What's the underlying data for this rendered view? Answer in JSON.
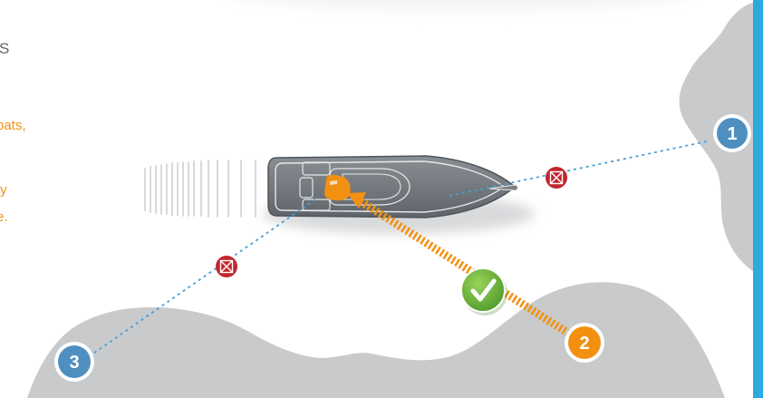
{
  "text": {
    "heading_fragment": "S",
    "caption_lines": [
      "pats,",
      "ty",
      "e."
    ]
  },
  "markers": [
    {
      "label": "1",
      "status": "blocked",
      "color": "#4f8fc0"
    },
    {
      "label": "2",
      "status": "clear",
      "color": "#f29111"
    },
    {
      "label": "3",
      "status": "blocked",
      "color": "#4f8fc0"
    }
  ],
  "colors": {
    "land": "#c8cacc",
    "sightline_blocked": "#4a9fd4",
    "sightline_clear": "#f29111",
    "blocked_icon": "#c1272d",
    "clear_icon": "#6cb33f",
    "accent_bar": "#2ca9e1"
  },
  "icons": [
    "boat-icon",
    "blocked-x-icon",
    "check-icon"
  ]
}
